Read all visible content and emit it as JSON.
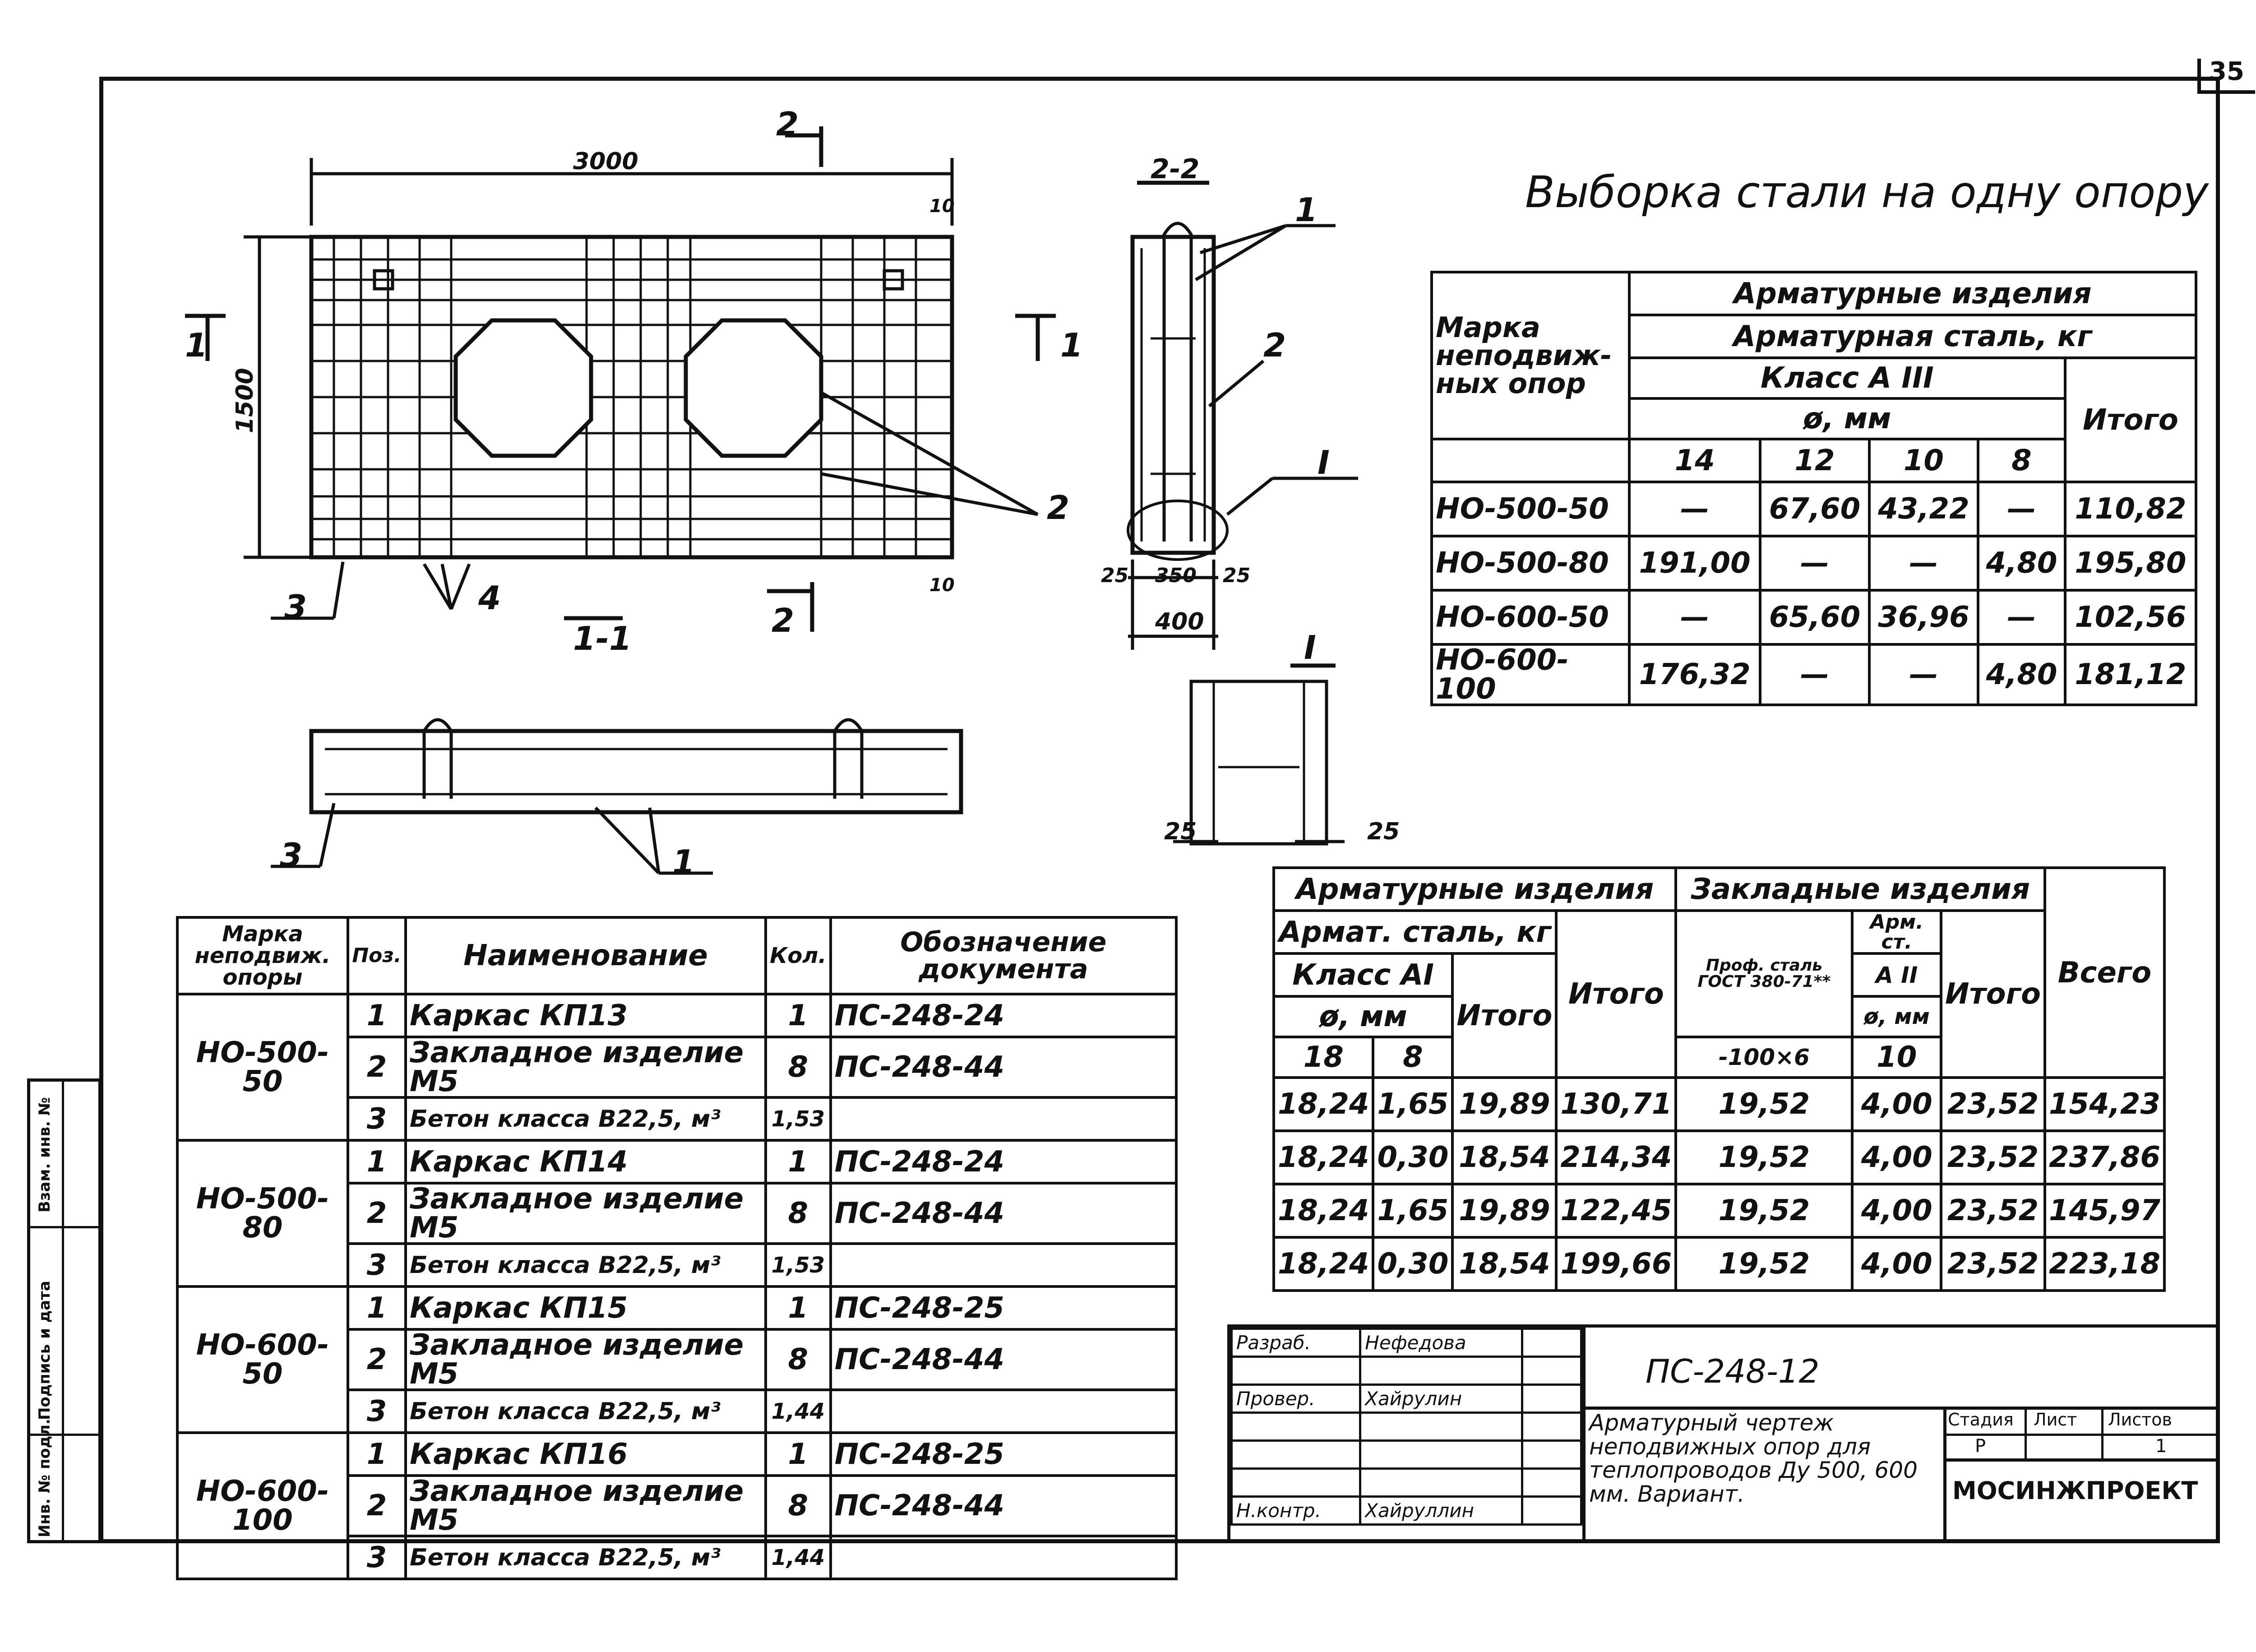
{
  "sheet_no": "35",
  "page_title": "Выборка стали на одну опору",
  "drawing": {
    "dim_length": "3000",
    "dim_height": "1500",
    "dim_10": "10",
    "section_labels": [
      "1-1",
      "2-2",
      "I"
    ],
    "marks": [
      "1",
      "2",
      "3",
      "4"
    ],
    "dims_2_2": [
      "25",
      "350",
      "25",
      "400"
    ],
    "dims_I": [
      "25",
      "25"
    ]
  },
  "steel_table": {
    "header_mark": "Марка неподвиж-ных опор",
    "header_group": "Арматурные изделия",
    "header_steel": "Арматурная сталь, кг",
    "header_class": "Класс А III",
    "header_diam": "ø, мм",
    "diameters": [
      "14",
      "12",
      "10",
      "8"
    ],
    "header_total": "Итого",
    "rows": [
      {
        "mark": "НО-500-50",
        "d14": "—",
        "d12": "67,60",
        "d10": "43,22",
        "d8": "—",
        "total": "110,82"
      },
      {
        "mark": "НО-500-80",
        "d14": "191,00",
        "d12": "—",
        "d10": "—",
        "d8": "4,80",
        "total": "195,80"
      },
      {
        "mark": "НО-600-50",
        "d14": "—",
        "d12": "65,60",
        "d10": "36,96",
        "d8": "—",
        "total": "102,56"
      },
      {
        "mark": "НО-600-100",
        "d14": "176,32",
        "d12": "—",
        "d10": "—",
        "d8": "4,80",
        "total": "181,12"
      }
    ]
  },
  "continuation_table": {
    "header_arm": "Арматурные изделия",
    "header_embed": "Закладные изделия",
    "header_arm_steel": "Армат. сталь, кг",
    "header_class_ai": "Класс АI",
    "header_diam": "ø, мм",
    "diameters": [
      "18",
      "8"
    ],
    "header_total": "Итого",
    "header_prof": "Проф. сталь ГОСТ 380-71**",
    "header_prof_size": "-100×6",
    "header_arm_st": "Арм. ст.",
    "header_aii": "А II",
    "header_diam_10": "ø, мм",
    "diam_10": "10",
    "header_all": "Всего",
    "rows": [
      {
        "d18": "18,24",
        "d8": "1,65",
        "total1": "19,89",
        "total2": "130,71",
        "prof": "19,52",
        "d10": "4,00",
        "total3": "23,52",
        "all": "154,23"
      },
      {
        "d18": "18,24",
        "d8": "0,30",
        "total1": "18,54",
        "total2": "214,34",
        "prof": "19,52",
        "d10": "4,00",
        "total3": "23,52",
        "all": "237,86"
      },
      {
        "d18": "18,24",
        "d8": "1,65",
        "total1": "19,89",
        "total2": "122,45",
        "prof": "19,52",
        "d10": "4,00",
        "total3": "23,52",
        "all": "145,97"
      },
      {
        "d18": "18,24",
        "d8": "0,30",
        "total1": "18,54",
        "total2": "199,66",
        "prof": "19,52",
        "d10": "4,00",
        "total3": "23,52",
        "all": "223,18"
      }
    ]
  },
  "spec_table": {
    "header_mark": "Марка неподвиж. опоры",
    "header_pos": "Поз.",
    "header_name": "Наименование",
    "header_qty": "Кол.",
    "header_doc": "Обозначение документа",
    "groups": [
      {
        "mark": "НО-500-50",
        "items": [
          {
            "pos": "1",
            "name": "Каркас КП13",
            "qty": "1",
            "doc": "ПС-248-24"
          },
          {
            "pos": "2",
            "name": "Закладное изделие М5",
            "qty": "8",
            "doc": "ПС-248-44"
          },
          {
            "pos": "3",
            "name": "Бетон класса В22,5, м³",
            "qty": "1,53",
            "doc": ""
          }
        ]
      },
      {
        "mark": "НО-500-80",
        "items": [
          {
            "pos": "1",
            "name": "Каркас КП14",
            "qty": "1",
            "doc": "ПС-248-24"
          },
          {
            "pos": "2",
            "name": "Закладное изделие М5",
            "qty": "8",
            "doc": "ПС-248-44"
          },
          {
            "pos": "3",
            "name": "Бетон класса В22,5, м³",
            "qty": "1,53",
            "doc": ""
          }
        ]
      },
      {
        "mark": "НО-600-50",
        "items": [
          {
            "pos": "1",
            "name": "Каркас КП15",
            "qty": "1",
            "doc": "ПС-248-25"
          },
          {
            "pos": "2",
            "name": "Закладное изделие М5",
            "qty": "8",
            "doc": "ПС-248-44"
          },
          {
            "pos": "3",
            "name": "Бетон класса В22,5, м³",
            "qty": "1,44",
            "doc": ""
          }
        ]
      },
      {
        "mark": "НО-600-100",
        "items": [
          {
            "pos": "1",
            "name": "Каркас КП16",
            "qty": "1",
            "doc": "ПС-248-25"
          },
          {
            "pos": "2",
            "name": "Закладное изделие М5",
            "qty": "8",
            "doc": "ПС-248-44"
          },
          {
            "pos": "3",
            "name": "Бетон класса В22,5, м³",
            "qty": "1,44",
            "doc": ""
          }
        ]
      }
    ]
  },
  "title_block": {
    "doc_code": "ПС-248-12",
    "role_dev": "Разраб.",
    "name_dev": "Нефедова",
    "role_check": "Провер.",
    "name_check": "Хайрулин",
    "role_norm": "Н.контр.",
    "name_norm": "Хайруллин",
    "description": "Арматурный чертеж неподвижных опор для теплопроводов Ду 500, 600 мм. Вариант.",
    "stage_label": "Стадия",
    "sheet_label": "Лист",
    "sheets_label": "Листов",
    "stage": "Р",
    "sheets": "1",
    "org": "МОСИНЖПРОЕКТ"
  },
  "side_stamp": {
    "inv_no": "Инв. № подл.",
    "sign_date": "Подпись и дата",
    "replace_inv": "Взам. инв. №"
  }
}
